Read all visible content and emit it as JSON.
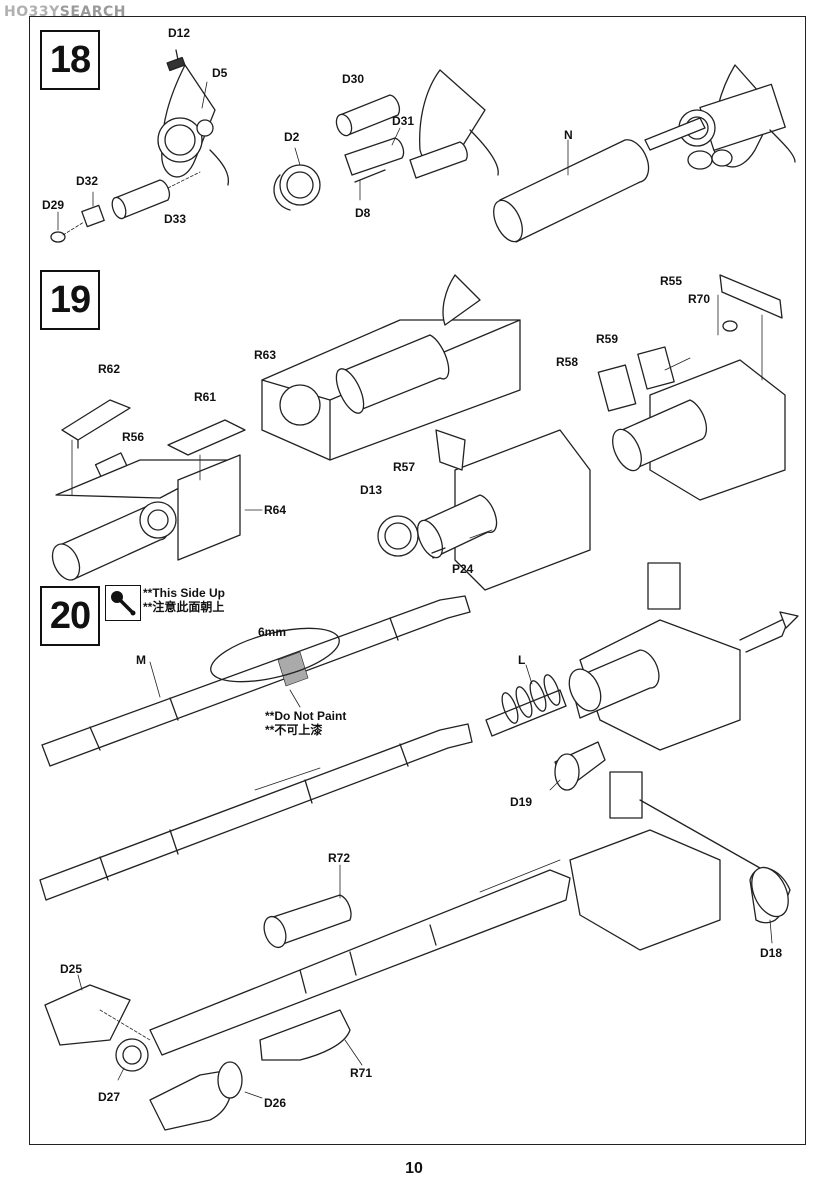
{
  "watermark": {
    "brand_a": "HO33Y",
    "brand_b": "SEARCH"
  },
  "page_number": "10",
  "steps": [
    {
      "number": "18",
      "labels": {
        "d12": "D12",
        "d5": "D5",
        "d32": "D32",
        "d29": "D29",
        "d33": "D33",
        "d30": "D30",
        "d2": "D2",
        "d31": "D31",
        "d8": "D8",
        "n": "N"
      }
    },
    {
      "number": "19",
      "labels": {
        "r62": "R62",
        "r61": "R61",
        "r56": "R56",
        "r64": "R64",
        "r63": "R63",
        "r57": "R57",
        "d13": "D13",
        "p24": "P24",
        "r55": "R55",
        "r70": "R70",
        "r59": "R59",
        "r58": "R58"
      }
    },
    {
      "number": "20",
      "notes": {
        "side_up_en": "**This Side Up",
        "side_up_cn": "**注意此面朝上",
        "no_paint_en": "**Do Not Paint",
        "no_paint_cn": "**不可上漆",
        "measure": "6mm"
      },
      "labels": {
        "m": "M",
        "l": "L",
        "d19": "D19",
        "r72": "R72",
        "d18": "D18",
        "d25": "D25",
        "d27": "D27",
        "d26": "D26",
        "r71": "R71"
      }
    }
  ]
}
